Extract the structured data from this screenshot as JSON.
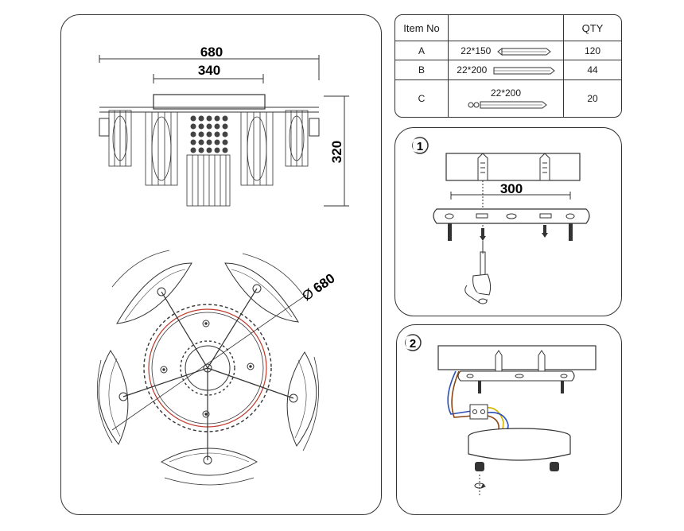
{
  "drawing": {
    "overall_width": "680",
    "canopy_width": "340",
    "height": "320",
    "diameter": "680",
    "diameter_symbol": "Ø"
  },
  "parts_table": {
    "headers": {
      "item_no": "Item No",
      "description": "",
      "qty": "QTY"
    },
    "rows": [
      {
        "item": "A",
        "size": "22*150",
        "qty": "120"
      },
      {
        "item": "B",
        "size": "22*200",
        "qty": "44"
      },
      {
        "item": "C",
        "size": "22*200",
        "qty": "20"
      }
    ]
  },
  "steps": [
    {
      "number": "①",
      "spacing": "300"
    },
    {
      "number": "②"
    }
  ],
  "colors": {
    "line": "#333333",
    "accent_red": "#c0392b",
    "wire_blue": "#2c4fb8",
    "wire_yellow": "#d4b400",
    "wire_brown": "#8b4513"
  }
}
